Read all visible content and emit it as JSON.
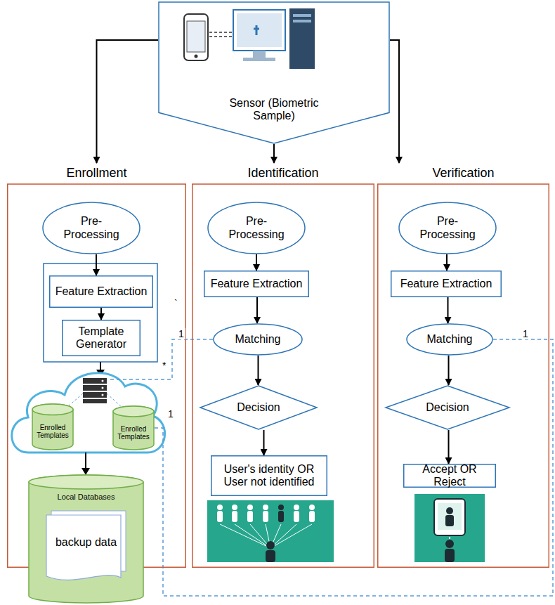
{
  "diagram": {
    "nodes": [
      {
        "text": [
          "Sensor (Biometric Sample)"
        ]
      },
      {
        "text": [
          "Enrollment"
        ]
      },
      {
        "text": [
          "Pre- Processing"
        ],
        "in": 1
      },
      {
        "text": [
          "Feature Extraction"
        ],
        "in": 1
      },
      {
        "text": [
          "Template Generator"
        ],
        "in": 1
      },
      {
        "text": [
          "Enrolled Templates"
        ],
        "in": 1
      },
      {
        "text": [
          "Enrolled Templates"
        ],
        "in": 1
      },
      {
        "text": [
          "Local Databases"
        ],
        "in": 1
      },
      {
        "text": [
          "backup data"
        ],
        "in": 7
      },
      {
        "text": [
          "Identification"
        ]
      },
      {
        "text": [
          "Pre- Processing"
        ],
        "in": 9
      },
      {
        "text": [
          "Feature Extraction"
        ],
        "in": 9
      },
      {
        "text": [
          "Matching"
        ],
        "in": 9
      },
      {
        "text": [
          "Decision"
        ],
        "in": 9
      },
      {
        "text": [
          "User's identity OR User not identified"
        ],
        "in": 9
      },
      {
        "text": [
          "Verification"
        ]
      },
      {
        "text": [
          "Pre- Processing"
        ],
        "in": 15
      },
      {
        "text": [
          "Feature Extraction"
        ],
        "in": 15
      },
      {
        "text": [
          "Matching"
        ],
        "in": 15
      },
      {
        "text": [
          "Decision"
        ],
        "in": 15
      },
      {
        "text": [
          "Accept OR Reject"
        ],
        "in": 15
      }
    ],
    "edges": [
      {
        "from": 0,
        "to": 1,
        "arrow": "to"
      },
      {
        "from": 0,
        "to": 9,
        "arrow": "to"
      },
      {
        "from": 0,
        "to": 15,
        "arrow": "to"
      },
      {
        "from": 2,
        "to": 3,
        "arrow": "to"
      },
      {
        "from": 3,
        "to": 4,
        "arrow": "to"
      },
      {
        "from": 10,
        "to": 11,
        "arrow": "to"
      },
      {
        "from": 11,
        "to": 12,
        "arrow": "to"
      },
      {
        "from": 12,
        "to": 13,
        "arrow": "to"
      },
      {
        "from": 13,
        "to": 14,
        "arrow": "to"
      },
      {
        "from": 16,
        "to": 17,
        "arrow": "to"
      },
      {
        "from": 17,
        "to": 18,
        "arrow": "to"
      },
      {
        "from": 18,
        "to": 19,
        "arrow": "to"
      },
      {
        "from": 19,
        "to": 20,
        "arrow": "to"
      },
      {
        "from": 18,
        "to": 6,
        "arrow": "none"
      }
    ],
    "labels": [
      "1",
      "*",
      "1",
      "1",
      "`"
    ]
  }
}
